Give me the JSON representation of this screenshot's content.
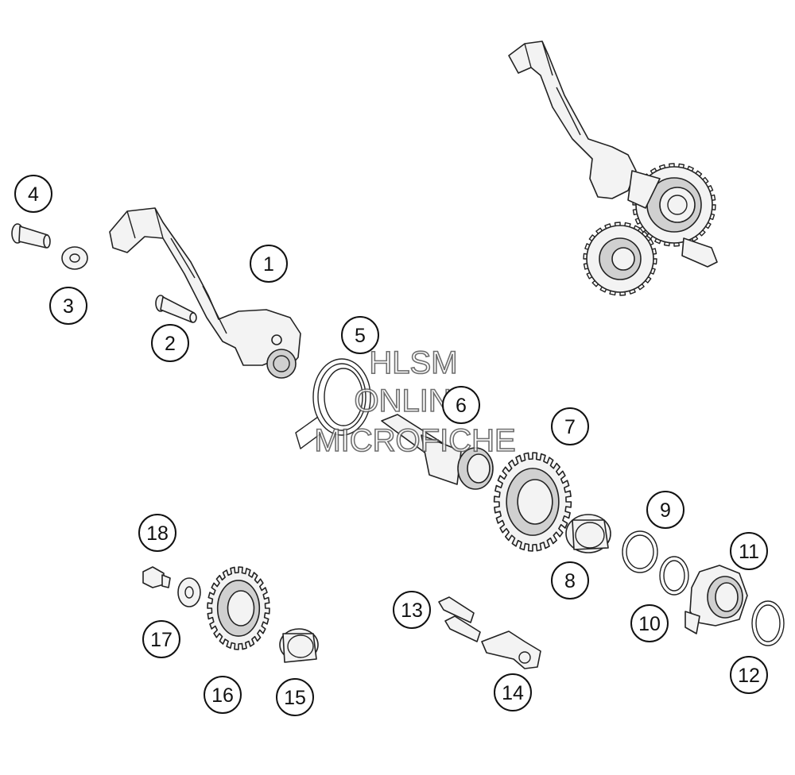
{
  "diagram": {
    "colors": {
      "stroke": "#222222",
      "fill": "#f3f3f3",
      "accent": "#d0d0d0"
    },
    "watermark": {
      "line1": "HLSM",
      "line2": "ONLINE",
      "line3": "MICROFICHE"
    },
    "callouts": [
      {
        "id": 1,
        "label": "1"
      },
      {
        "id": 2,
        "label": "2"
      },
      {
        "id": 3,
        "label": "3"
      },
      {
        "id": 4,
        "label": "4"
      },
      {
        "id": 5,
        "label": "5"
      },
      {
        "id": 6,
        "label": "6"
      },
      {
        "id": 7,
        "label": "7"
      },
      {
        "id": 8,
        "label": "8"
      },
      {
        "id": 9,
        "label": "9"
      },
      {
        "id": 10,
        "label": "10"
      },
      {
        "id": 11,
        "label": "11"
      },
      {
        "id": 12,
        "label": "12"
      },
      {
        "id": 13,
        "label": "13"
      },
      {
        "id": 14,
        "label": "14"
      },
      {
        "id": 15,
        "label": "15"
      },
      {
        "id": 16,
        "label": "16"
      },
      {
        "id": 17,
        "label": "17"
      },
      {
        "id": 18,
        "label": "18"
      }
    ]
  }
}
